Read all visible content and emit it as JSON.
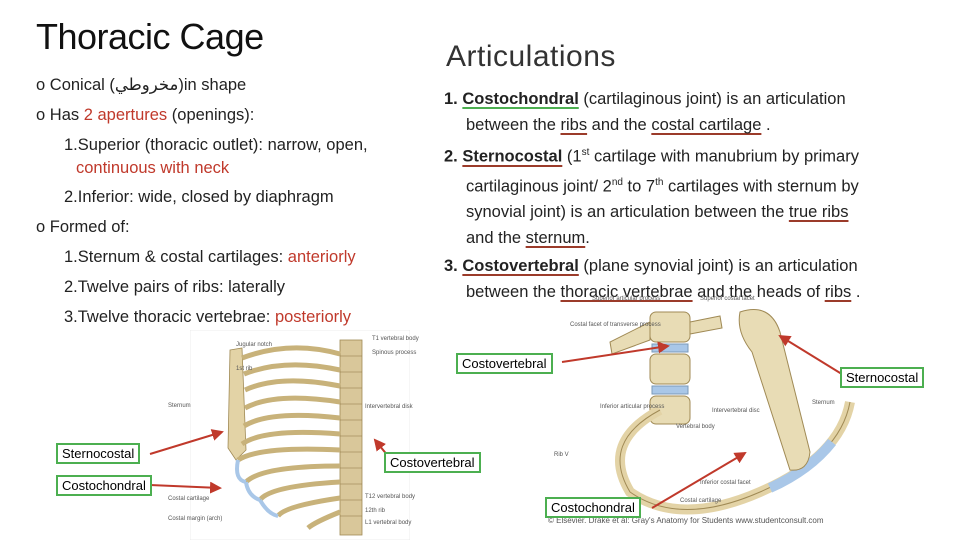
{
  "title": "Thoracic Cage",
  "left": {
    "bullet1_pre": "Conical (",
    "bullet1_arabic": "مخروطي",
    "bullet1_post": ")in shape",
    "bullet2_pre": "Has ",
    "bullet2_red": "2 apertures",
    "bullet2_post": " (openings):",
    "sub1_line1": "1.Superior (thoracic outlet): narrow, open,",
    "sub1_line2": "continuous with neck",
    "sub2": "2.Inferior: wide, closed by diaphragm",
    "bullet3": "Formed of:",
    "f1_pre": "1.Sternum & costal cartilages: ",
    "f1_red": "anteriorly",
    "f2": "2.Twelve pairs of ribs: laterally",
    "f3_pre": "3.Twelve thoracic vertebrae: ",
    "f3_red": "posteriorly",
    "bullet_glyph": "o"
  },
  "right": {
    "heading": "Articulations",
    "a1_num": "1.",
    "a1_term": "Costochondral",
    "a1_rest1": " (cartilaginous joint) is an articulation",
    "a1_l2_pre": "between the ",
    "a1_l2_u1": "ribs",
    "a1_l2_mid": " and the ",
    "a1_l2_u2": "costal cartilage",
    "a1_l2_end": " .",
    "a2_num": "2.",
    "a2_term": "Sternocostal",
    "a2_rest1_pre": " (1",
    "a2_sup1": "st",
    "a2_rest1_post": " cartilage with manubrium by primary",
    "a2_l2_pre": "cartilaginous joint/ 2",
    "a2_sup2": "nd",
    "a2_l2_mid": " to 7",
    "a2_sup3": "th",
    "a2_l2_post": " cartilages with sternum by",
    "a2_l3_pre": "synovial joint) is an articulation between the ",
    "a2_l3_u": "true ribs",
    "a2_l4_pre": "and the ",
    "a2_l4_u": "sternum",
    "a2_l4_end": ".",
    "a3_num": "3.",
    "a3_term": "Costovertebral",
    "a3_rest1": " (plane synovial joint) is an articulation",
    "a3_l2_pre": "between the ",
    "a3_l2_u1": "thoracic vertebrae",
    "a3_l2_mid": " and the heads of ",
    "a3_l2_u2": "ribs",
    "a3_l2_end": " ."
  },
  "labels": {
    "costovertebral_top": "Costovertebral",
    "sternocostal_right": "Sternocostal",
    "sternocostal_left": "Sternocostal",
    "costovertebral_mid": "Costovertebral",
    "costochondral_left": "Costochondral",
    "costochondral_bottom": "Costochondral"
  },
  "figure_text": {
    "sup_art_process": "Superior articular process",
    "sup_costal_facet": "Superior costal facet",
    "costal_facet_tp": "Costal facet of transverse process",
    "inf_art_process": "Inferior articular process",
    "intervertebral_disc": "Intervertebral disc",
    "vertebral_body": "Vertebral body",
    "sternum": "Sternum",
    "rib_v": "Rib V",
    "inf_costal_facet": "Inferior costal facet",
    "costal_cartilage": "Costal cartilage",
    "copyright": "© Elsevier. Drake et al: Gray's Anatomy for Students  www.studentconsult.com",
    "left_sternum": "Sternum",
    "left_intervert": "Intervertebral disk",
    "left_costal_cart": "Costal cartilage",
    "left_costal_margin": "Costal margin (arch)",
    "left_jugular": "Jugular notch",
    "left_t1": "T1 vertebral body",
    "left_rib1": "1st rib",
    "left_spinous": "Spinous process",
    "left_t12": "T12 vertebral body",
    "left_rib12": "12th rib",
    "left_l1": "L1 vertebral body"
  },
  "colors": {
    "accent_red": "#c0392b",
    "label_border": "#4caf50",
    "arrow": "#c0392b",
    "bone": "#e8dcb5",
    "cartilage": "#a9c7e8"
  }
}
